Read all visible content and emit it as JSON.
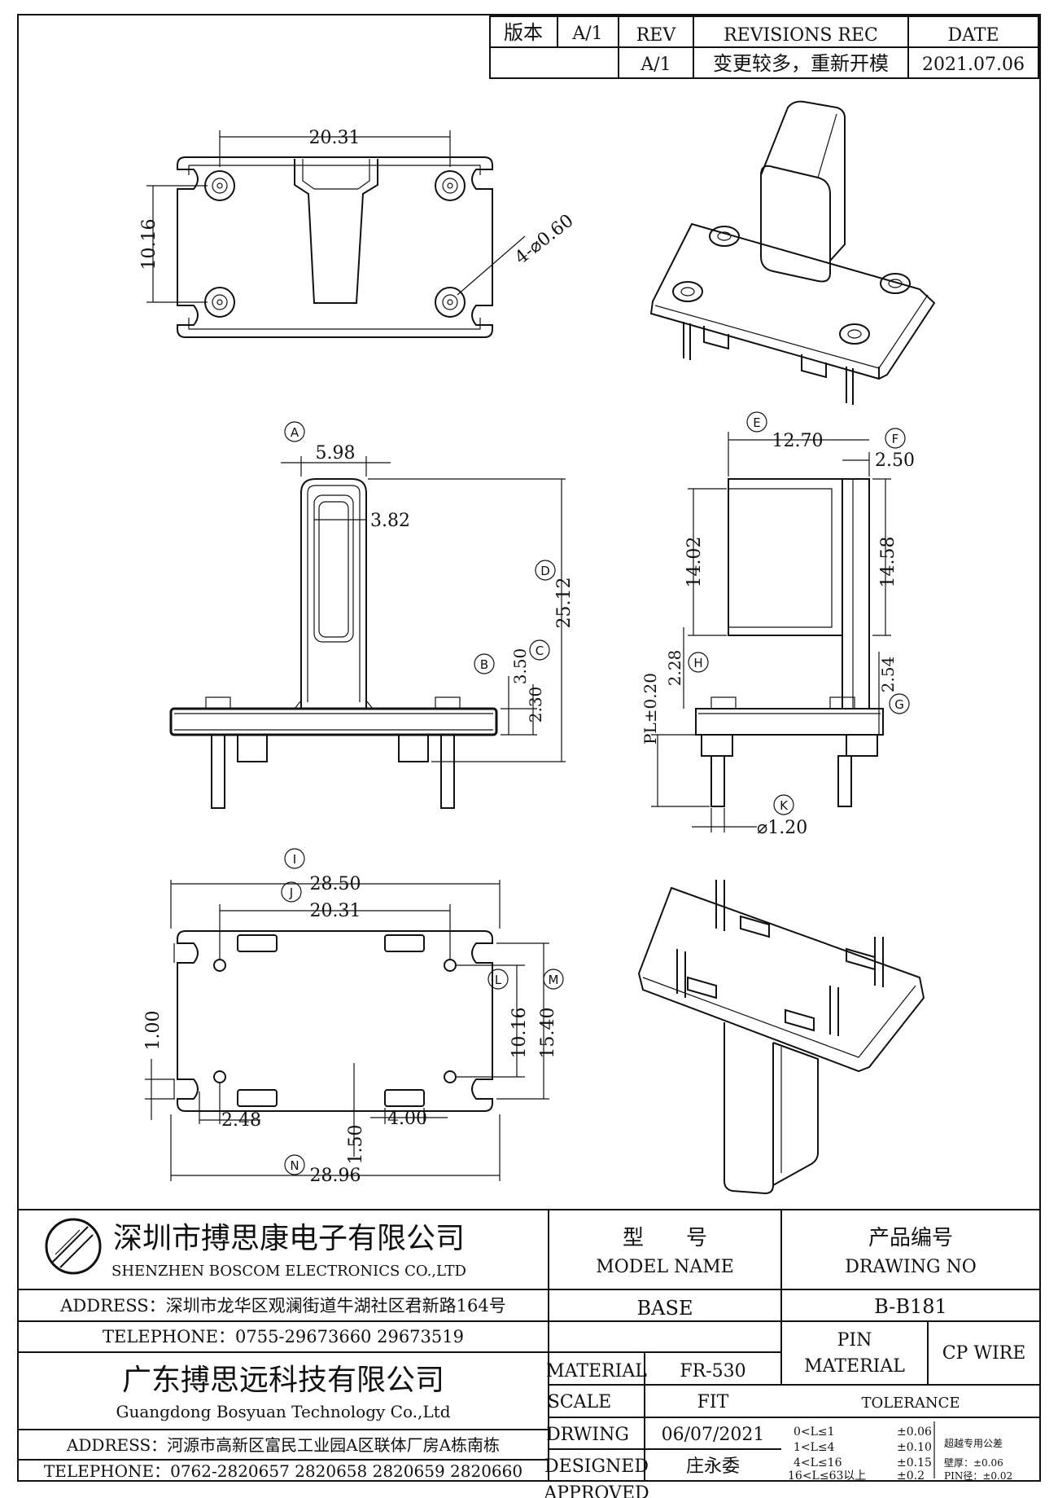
{
  "revision_block": {
    "version_label": "版本",
    "version_value": "A/1",
    "rev_label": "REV",
    "revisions_label": "REVISIONS REC",
    "date_label": "DATE",
    "rev_value": "A/1",
    "revision_text": "变更较多，重新开模",
    "date_value": "2021.07.06"
  },
  "dimensions": {
    "top_pin_spacing": "20.31",
    "top_row_spacing": "10.16",
    "hole_note": "4-⌀0.60",
    "front_post_width": "5.98",
    "front_inner_width": "3.82",
    "front_total_height": "25.12",
    "front_base_b": "3.50",
    "front_base_c": "2.30",
    "side_width": "12.70",
    "side_wall": "2.50",
    "side_inner_height": "14.02",
    "side_outer_height": "14.58",
    "side_h": "2.28",
    "side_g": "2.54",
    "side_pl": "PL±0.20",
    "pin_dia": "⌀1.20",
    "bottom_width_i": "28.50",
    "bottom_pin_j": "20.31",
    "bottom_l": "10.16",
    "bottom_m": "15.40",
    "bottom_left": "1.00",
    "bottom_248": "2.48",
    "bottom_400": "4.00",
    "bottom_150": "1.50",
    "bottom_width_n": "28.96"
  },
  "balloons": [
    "A",
    "B",
    "C",
    "D",
    "E",
    "F",
    "G",
    "H",
    "I",
    "J",
    "K",
    "L",
    "M",
    "N"
  ],
  "title_block": {
    "company_cn": "深圳市搏思康电子有限公司",
    "company_en": "SHENZHEN BOSCOM ELECTRONICS CO.,LTD",
    "address1": "ADDRESS：深圳市龙华区观澜街道牛湖社区君新路164号",
    "telephone1": "TELEPHONE：0755-29673660 29673519",
    "company2_cn": "广东搏思远科技有限公司",
    "company2_en": "Guangdong Bosyuan Technology Co.,Ltd",
    "address2": "ADDRESS：河源市高新区富民工业园A区联体厂房A栋南栋",
    "telephone2": "TELEPHONE：0762-2820657 2820658 2820659 2820660",
    "model_cn": "型　　号",
    "model_en": "MODEL NAME",
    "model_value": "BASE",
    "drawing_cn": "产品编号",
    "drawing_en": "DRAWING NO",
    "drawing_value": "B-B181",
    "material_label": "MATERIAL",
    "material_value": "FR-530",
    "scale_label": "SCALE",
    "scale_value": "FIT",
    "drwing_label": "DRWING",
    "drwing_value": "06/07/2021",
    "designed_label": "DESIGNED",
    "designed_value": "庄永委",
    "approved_label": "APPROVED",
    "approved_value": "",
    "pin_material_label1": "PIN",
    "pin_material_label2": "MATERIAL",
    "pin_material_value": "CP WIRE",
    "tolerance_label": "TOLERANCE",
    "tol_rows": [
      {
        "range": "0<L≤1",
        "value": "±0.06"
      },
      {
        "range": "1<L≤4",
        "value": "±0.10"
      },
      {
        "range": "4<L≤16",
        "value": "±0.15"
      },
      {
        "range": "16<L≤63以上",
        "value": "±0.2"
      }
    ],
    "tol_special_label": "超越专用公差",
    "tol_wall": "壁厚：±0.06",
    "tol_pin": "PIN径：±0.02"
  }
}
